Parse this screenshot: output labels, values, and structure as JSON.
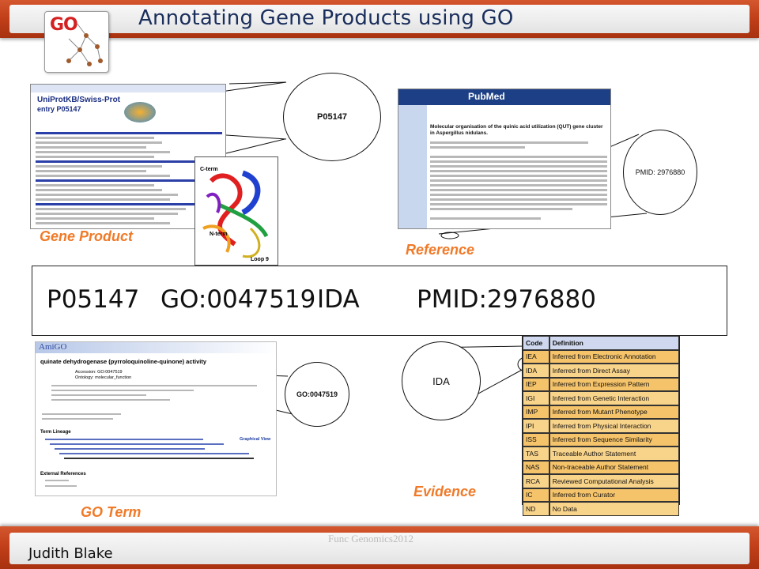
{
  "header": {
    "title": "Annotating Gene Products using GO",
    "logo_text": "GO"
  },
  "footer": {
    "author": "Judith Blake",
    "course": "Func Genomics2012"
  },
  "panels": {
    "gene_product": {
      "label": "Gene Product",
      "screenshot_title": "UniProtKB/Swiss-Prot",
      "entry": "entry P05147",
      "callout": "P05147",
      "protein_labels": [
        "C-term",
        "N-term",
        "Loop 9"
      ]
    },
    "reference": {
      "label": "Reference",
      "screenshot_brand": "PubMed",
      "article_title": "Molecular organisation of the quinic acid utilization (QUT) gene cluster in Aspergillus nidulans.",
      "callout": "PMID: 2976880"
    },
    "go_term": {
      "label": "GO Term",
      "screenshot_brand": "AmiGO",
      "term_name": "quinate dehydrogenase (pyrroloquinoline-quinone) activity",
      "accession": "Accession: GO:0047519",
      "ontology": "Ontology: molecular_function",
      "lineage_title": "Term Lineage",
      "graphical_view": "Graphical View",
      "external_refs": "External References",
      "callout": "GO:0047519"
    },
    "evidence": {
      "label": "Evidence",
      "callout": "IDA",
      "table": {
        "headers": [
          "Code",
          "Definition"
        ],
        "rows": [
          [
            "IEA",
            "Inferred from Electronic Annotation"
          ],
          [
            "IDA",
            "Inferred from Direct Assay"
          ],
          [
            "IEP",
            "Inferred from Expression Pattern"
          ],
          [
            "IGI",
            "Inferred from Genetic Interaction"
          ],
          [
            "IMP",
            "Inferred from Mutant Phenotype"
          ],
          [
            "IPI",
            "Inferred from Physical Interaction"
          ],
          [
            "ISS",
            "Inferred from Sequence Similarity"
          ],
          [
            "TAS",
            "Traceable Author Statement"
          ],
          [
            "NAS",
            "Non-traceable Author Statement"
          ],
          [
            "RCA",
            "Reviewed Computational Analysis"
          ],
          [
            "IC",
            "Inferred from Curator"
          ],
          [
            "ND",
            "No Data"
          ]
        ]
      }
    }
  },
  "annotation": {
    "gene_product": "P05147",
    "go_id": "GO:0047519",
    "evidence": "IDA",
    "reference": "PMID:2976880"
  }
}
